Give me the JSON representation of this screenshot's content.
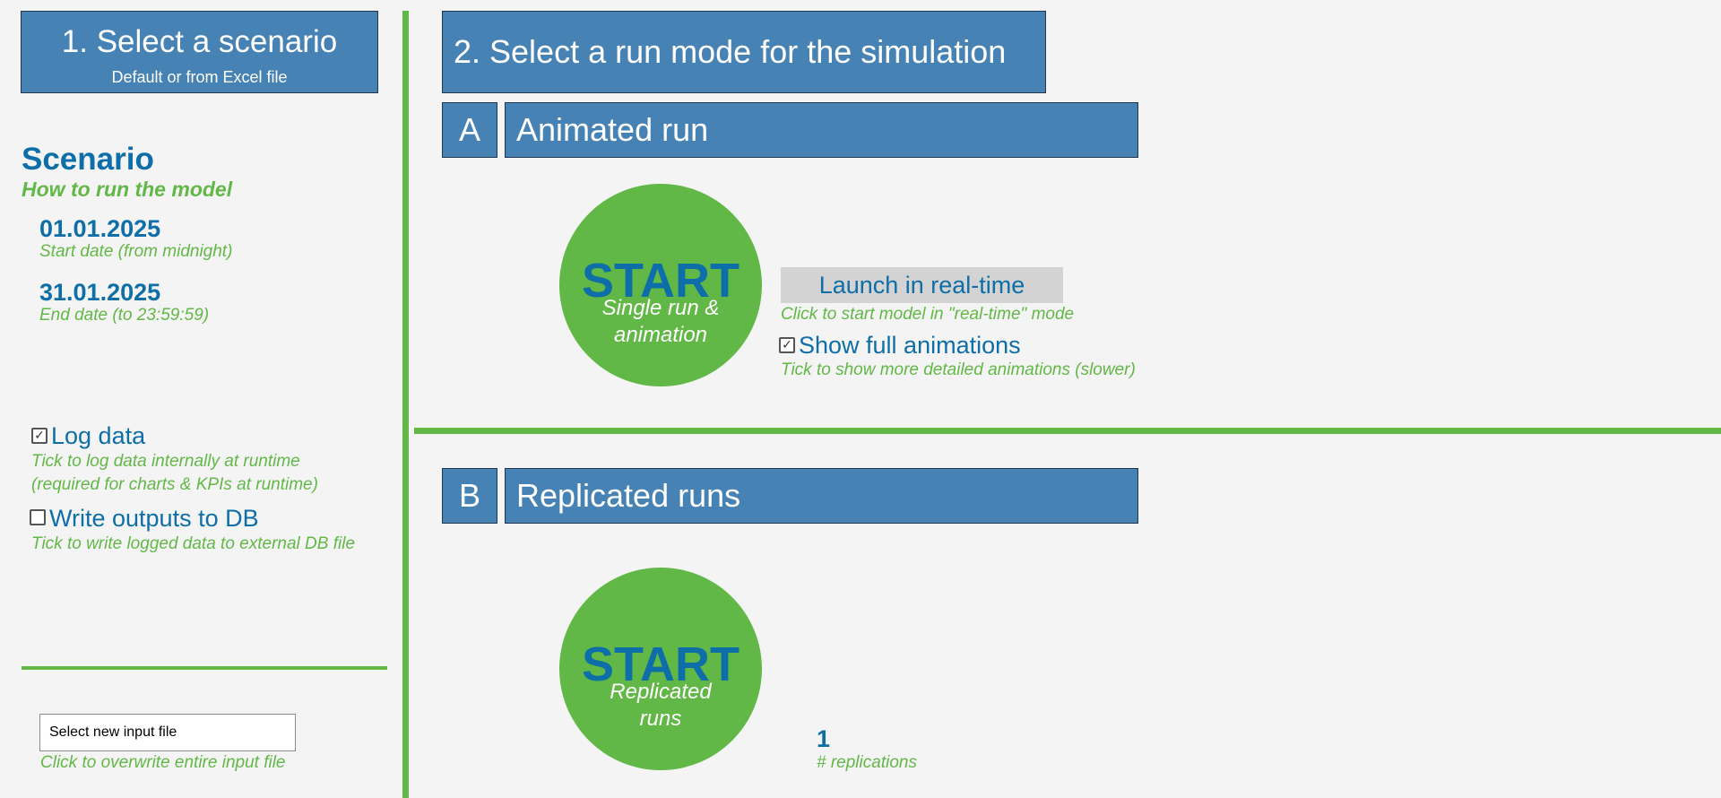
{
  "left_panel": {
    "step_title": "1. Select a scenario",
    "step_subtitle": "Default or from Excel file",
    "scenario_title": "Scenario",
    "scenario_subtitle": "How to run the model",
    "start_date": {
      "value": "01.01.2025",
      "desc": "Start date (from midnight)"
    },
    "end_date": {
      "value": "31.01.2025",
      "desc": "End date (to 23:59:59)"
    },
    "log_data": {
      "label": "Log data",
      "checked": true,
      "hint_line1": "Tick to log data internally at runtime",
      "hint_line2": "(required for charts & KPIs at runtime)"
    },
    "write_db": {
      "label": "Write outputs to DB",
      "checked": false,
      "hint": "Tick to write logged data to external DB file"
    },
    "input_file": {
      "value": "Select new input file",
      "hint": "Click to overwrite entire input file"
    }
  },
  "right_panel": {
    "step_title": "2. Select a run mode for the simulation",
    "section_a": {
      "letter": "A",
      "title": "Animated run",
      "start_big": "START",
      "start_line1": "Single run &",
      "start_line2": "animation",
      "launch_label": "Launch in real-time",
      "launch_hint": "Click to start model in \"real-time\" mode",
      "show_anim": {
        "label": "Show full animations",
        "checked": true,
        "hint": "Tick to show more detailed animations (slower)"
      }
    },
    "section_b": {
      "letter": "B",
      "title": "Replicated runs",
      "start_big": "START",
      "start_line1": "Replicated",
      "start_line2": "runs",
      "replications_value": "1",
      "replications_label": "# replications"
    }
  },
  "colors": {
    "header_blue": "#4682b4",
    "text_blue": "#0d6ea8",
    "accent_green": "#62b846",
    "background": "#f4f4f4",
    "button_grey": "#d3d3d3"
  },
  "icons": {
    "checked": "✓",
    "unchecked": ""
  }
}
